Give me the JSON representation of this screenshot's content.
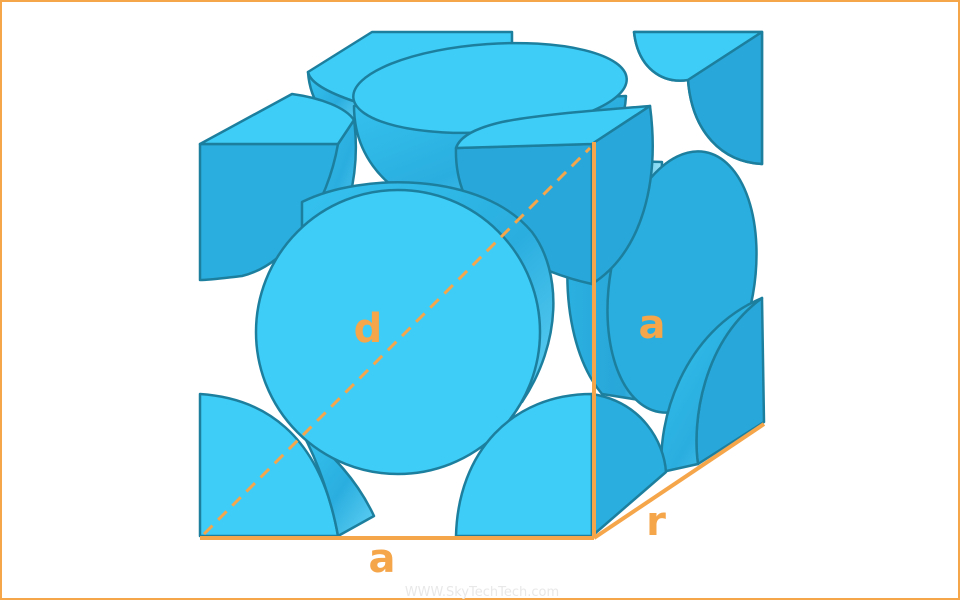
{
  "diagram": {
    "labels": {
      "diameter": "d",
      "edge_bottom": "a",
      "edge_side": "a",
      "radius": "r"
    },
    "watermark": "WWW.SkyTechTech.com",
    "colors": {
      "sphere_fill": "#3ecdf7",
      "sphere_shade": "#27a9d9",
      "sphere_outline": "#1d7f9e",
      "accent": "#f5a54a",
      "frame_border": "#f5a54a",
      "watermark": "#e8e8e8"
    }
  }
}
